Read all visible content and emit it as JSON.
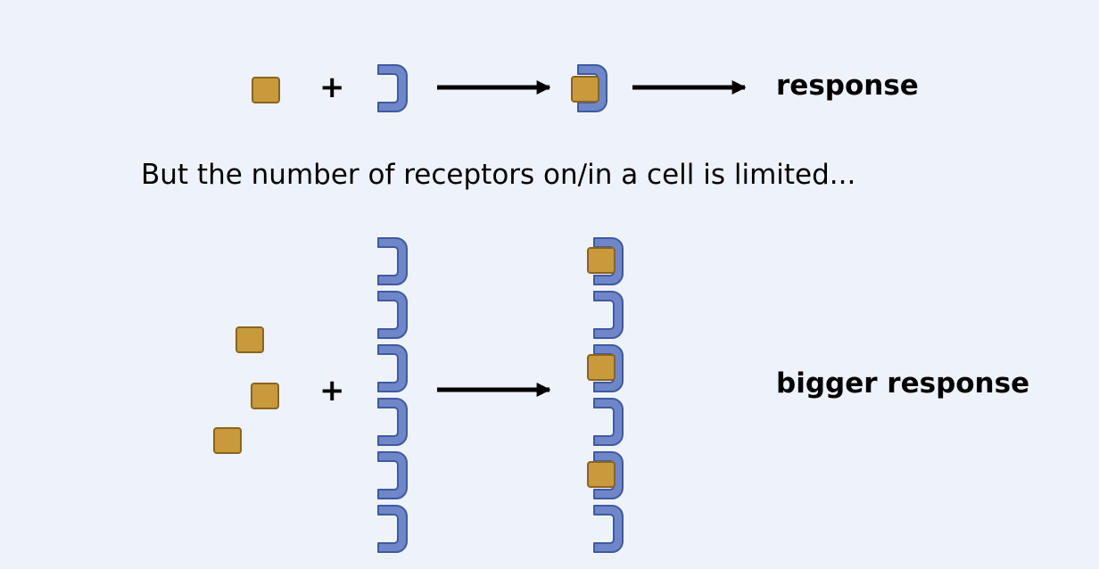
{
  "row1": {
    "plus": "+",
    "response_label": "response"
  },
  "caption": "But the number of receptors on/in a cell is limited...",
  "row2": {
    "plus": "+",
    "response_label": "bigger response",
    "ligand_count": 3,
    "receptor_count": 6,
    "bound_count": 3
  },
  "colors": {
    "background": "#eef2fa",
    "ligand_fill": "#c89a3c",
    "ligand_stroke": "#8a6420",
    "receptor_fill": "#6f87c8",
    "receptor_stroke": "#3f5aa0",
    "arrow": "#000000"
  }
}
